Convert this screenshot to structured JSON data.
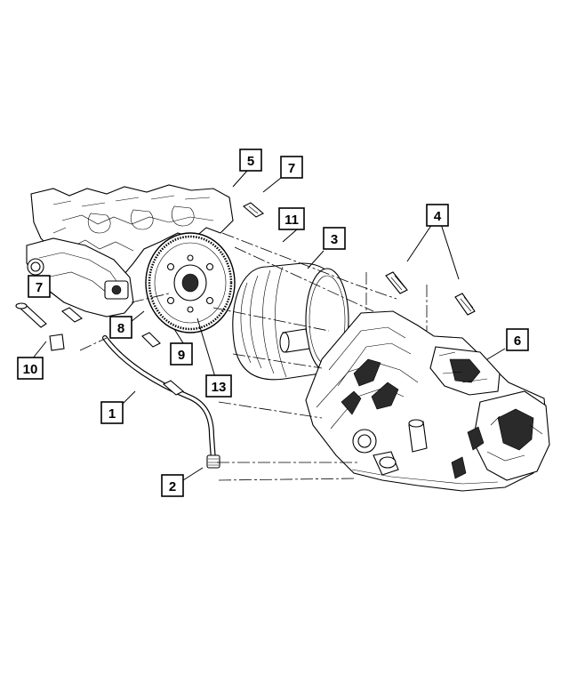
{
  "callouts": [
    {
      "id": "c1",
      "label": "1"
    },
    {
      "id": "c2",
      "label": "2"
    },
    {
      "id": "c3",
      "label": "3"
    },
    {
      "id": "c4",
      "label": "4"
    },
    {
      "id": "c5",
      "label": "5"
    },
    {
      "id": "c6",
      "label": "6"
    },
    {
      "id": "c7a",
      "label": "7"
    },
    {
      "id": "c7b",
      "label": "7"
    },
    {
      "id": "c8",
      "label": "8"
    },
    {
      "id": "c9",
      "label": "9"
    },
    {
      "id": "c10",
      "label": "10"
    },
    {
      "id": "c11",
      "label": "11"
    },
    {
      "id": "c13",
      "label": "13"
    }
  ],
  "colors": {
    "line": "#000000",
    "background": "#ffffff"
  }
}
